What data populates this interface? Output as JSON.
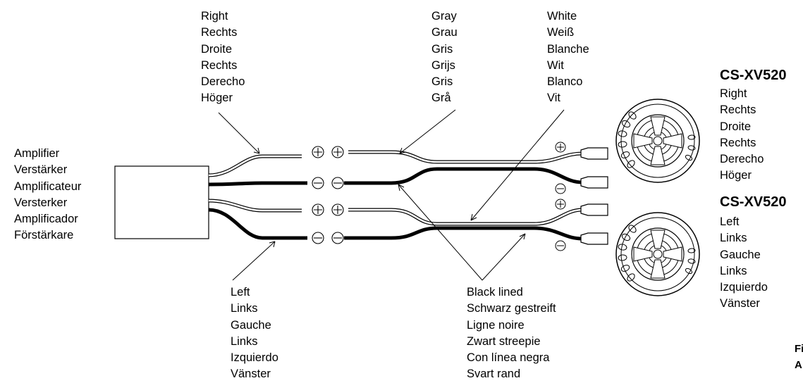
{
  "amplifier_label": [
    "Amplifier",
    "Verstärker",
    "Amplificateur",
    "Versterker",
    "Amplificador",
    "Förstärkare"
  ],
  "right_label": [
    "Right",
    "Rechts",
    "Droite",
    "Rechts",
    "Derecho",
    "Höger"
  ],
  "left_label": [
    "Left",
    "Links",
    "Gauche",
    "Links",
    "Izquierdo",
    "Vänster"
  ],
  "gray_label": [
    "Gray",
    "Grau",
    "Gris",
    "Grijs",
    "Gris",
    "Grå"
  ],
  "white_label": [
    "White",
    "Weiß",
    "Blanche",
    "Wit",
    "Blanco",
    "Vit"
  ],
  "black_lined_label": [
    "Black lined",
    "Schwarz gestreift",
    "Ligne noire",
    "Zwart streepie",
    "Con línea negra",
    "Svart rand"
  ],
  "speaker_right": {
    "model": "CS-XV520",
    "lines": [
      "Right",
      "Rechts",
      "Droite",
      "Rechts",
      "Derecho",
      "Höger"
    ]
  },
  "speaker_left": {
    "model": "CS-XV520",
    "lines": [
      "Left",
      "Links",
      "Gauche",
      "Links",
      "Izquierdo",
      "Vänster"
    ]
  },
  "figure_fragment": [
    "Fi",
    "A"
  ],
  "symbols": {
    "plus": "+",
    "minus": "−"
  },
  "colors": {
    "wire_black": "#000000",
    "wire_white": "#ffffff",
    "line": "#000000"
  }
}
